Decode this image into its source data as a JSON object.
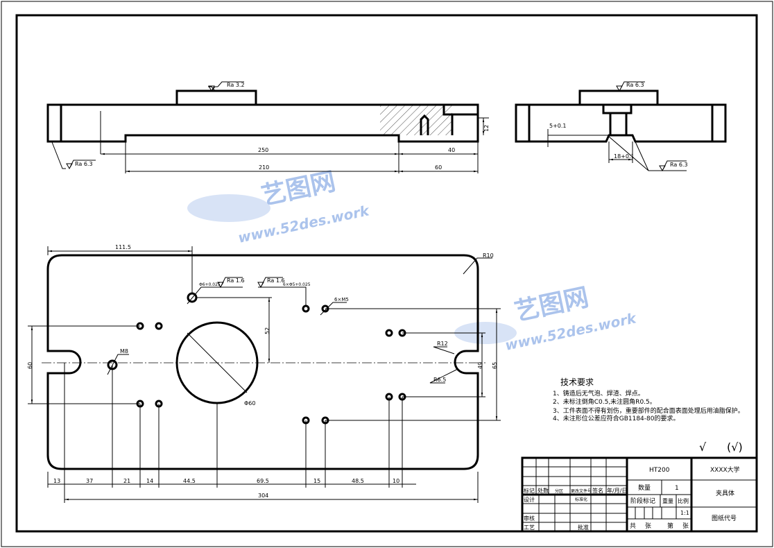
{
  "front_view": {
    "roughness_top": "Ra 3.2",
    "roughness_left": "Ra 6.3",
    "dims": {
      "d250": "250",
      "d40": "40",
      "d210": "210",
      "d60": "60",
      "d12": "12"
    }
  },
  "side_view": {
    "roughness_top": "Ra 6.3",
    "roughness_bottom": "Ra 6.3",
    "dim_depth": "5+0.1",
    "dim_width": "18+0.1"
  },
  "plan_view": {
    "dims": {
      "d111_5": "111.5",
      "d60": "60",
      "d52": "52",
      "d49": "49",
      "d65": "65",
      "b13": "13",
      "b37": "37",
      "b21": "21",
      "b14": "14",
      "b44_5": "44.5",
      "b69_5": "69.5",
      "b15": "15",
      "b48_5": "48.5",
      "b10": "10",
      "b304": "304"
    },
    "labels": {
      "r10": "R10",
      "r12": "R12",
      "r6_5": "R6.5",
      "phi60": "Φ60",
      "m8": "M8",
      "hole_phi6": "Φ6+0.025",
      "ra16_a": "Ra 1.6",
      "ra16_b": "Ra 1.6",
      "holes_6phi5": "6×Φ5+0.025",
      "holes_6m5": "6×M5"
    }
  },
  "tech_requirements": {
    "title": "技术要求",
    "items": [
      "1、铸造后无气泡、焊渣、焊点。",
      "2、未标注倒角C0.5,未注圆角R0.5。",
      "3、工件表面不得有划伤，重要部件的配合面表面处理后用油脂保护。",
      "4、未注形位公差应符合GB1184-80的要求。"
    ]
  },
  "roughness_other": {
    "check": "√",
    "paren": "(√)"
  },
  "watermark": {
    "brand": "艺图网",
    "url": "www.52des.work"
  },
  "title_block": {
    "material": "HT200",
    "school": "XXXX大学",
    "part_name": "夹具体",
    "drawing_no": "图纸代号",
    "quantity_label": "数量",
    "quantity": "1",
    "stage_label": "阶段标记",
    "weight_label": "重量",
    "scale_label": "比例",
    "scale": "1:1",
    "total_sheets": "共",
    "sheet_unit1": "张",
    "sheet_no": "第",
    "sheet_unit2": "张",
    "headers": [
      "标记",
      "处数",
      "分区",
      "更改文件号",
      "签名",
      "年/月/日"
    ],
    "design": "设计",
    "standardize": "标准化",
    "review": "审核",
    "process": "工艺",
    "approve": "批准"
  }
}
